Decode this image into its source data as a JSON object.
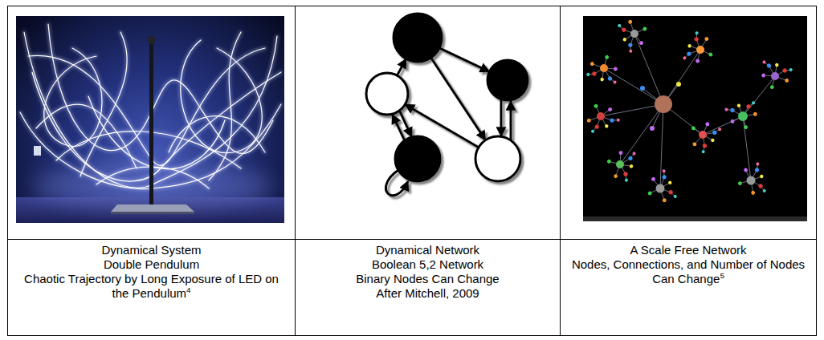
{
  "diagram": {
    "labels": [
      "Dynamical System",
      "Double Pendulum",
      "Chaotic Trajectory by Long Exposure of LED on the Pendulum",
      "4",
      "Dynamical Network",
      "Boolean 5,2 Network",
      "Binary Nodes Can Change",
      "After Mitchell, 2009",
      "A Scale Free Network",
      "Nodes, Connections, and Number of Nodes Can Change",
      "5"
    ]
  }
}
